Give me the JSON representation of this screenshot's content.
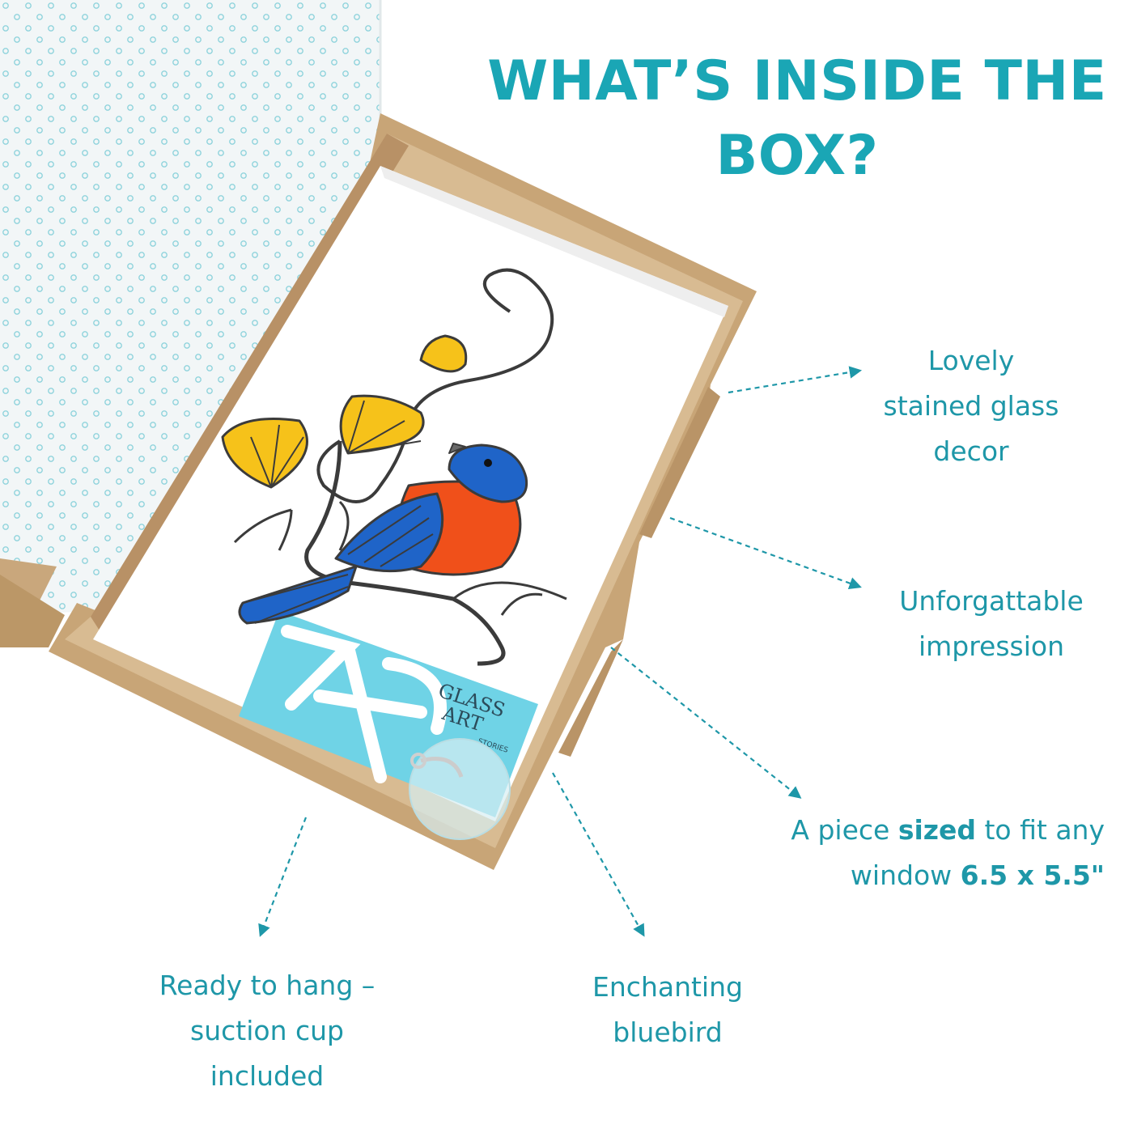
{
  "headline": "WHAT’S INSIDE THE BOX?",
  "brand": {
    "line1": "GLASS",
    "line2": "ART",
    "line3": "STORIES"
  },
  "callouts": {
    "decor": {
      "line1": "Lovely",
      "line2": "stained glass",
      "line3": "decor"
    },
    "impression": {
      "line1": "Unforgattable",
      "line2": "impression"
    },
    "size": {
      "pre": "A piece ",
      "bold": "sized",
      "post": " to fit any",
      "line2_pre": "window ",
      "line2_bold": "6.5 x 5.5\""
    },
    "bluebird": {
      "line1": "Enchanting",
      "line2": "bluebird"
    },
    "hang": {
      "line1": "Ready to hang –",
      "line2": "suction cup",
      "line3": "included"
    }
  },
  "colors": {
    "accent": "#1aa6b5",
    "callout_text": "#1e97a8",
    "kraft": "#c9a77c",
    "bird_blue": "#1f64c8",
    "bird_orange": "#f0501a",
    "flower_yellow": "#f6c21a",
    "card_cyan": "#6fd3e6"
  }
}
